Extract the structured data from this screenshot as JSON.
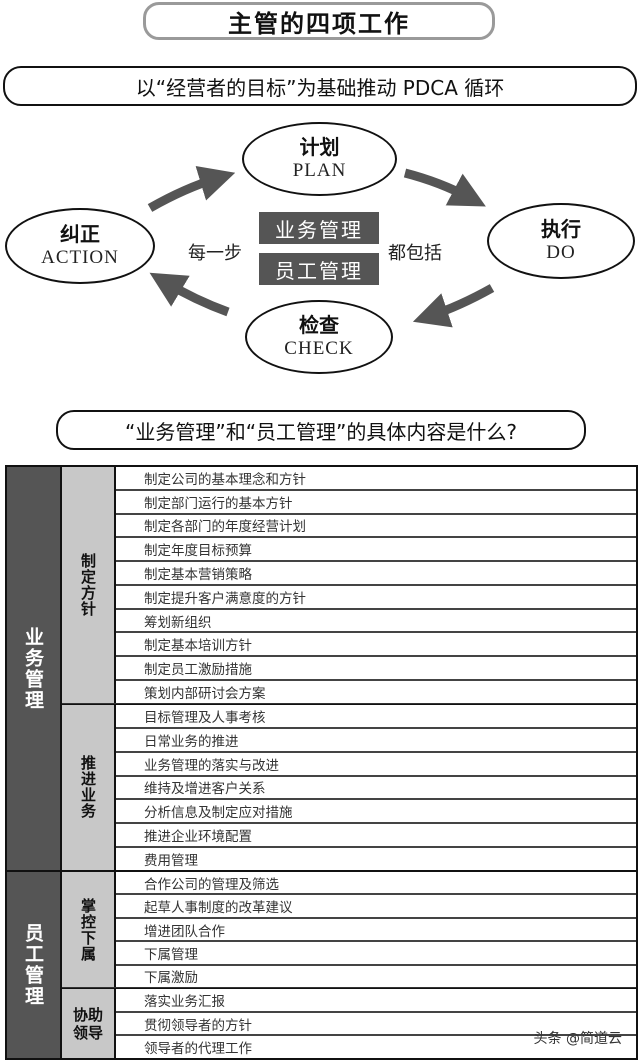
{
  "header": {
    "title": "主管的四项工作",
    "subtitle": "以“经营者的目标”为基础推动 PDCA 循环"
  },
  "pdca_cycle": {
    "nodes": [
      {
        "id": "plan",
        "cn": "计划",
        "en": "PLAN"
      },
      {
        "id": "do",
        "cn": "执行",
        "en": "DO"
      },
      {
        "id": "check",
        "cn": "检查",
        "en": "CHECK"
      },
      {
        "id": "action",
        "cn": "纠正",
        "en": "ACTION"
      }
    ],
    "center": {
      "left_text": "每一步",
      "tags": [
        "业务管理",
        "员工管理"
      ],
      "right_text": "都包括"
    },
    "arrow_color": "#555555"
  },
  "question": "“业务管理”和“员工管理”的具体内容是什么?",
  "table": {
    "sections": [
      {
        "label": "业务管理",
        "groups": [
          {
            "label": "制定方针",
            "items": [
              "制定公司的基本理念和方针",
              "制定部门运行的基本方针",
              "制定各部门的年度经营计划",
              "制定年度目标预算",
              "制定基本营销策略",
              "制定提升客户满意度的方针",
              "筹划新组织",
              "制定基本培训方针",
              "制定员工激励措施",
              "策划内部研讨会方案"
            ]
          },
          {
            "label": "推进业务",
            "items": [
              "目标管理及人事考核",
              "日常业务的推进",
              "业务管理的落实与改进",
              "维持及增进客户关系",
              "分析信息及制定应对措施",
              "推进企业环境配置",
              "费用管理"
            ]
          }
        ]
      },
      {
        "label": "员工管理",
        "groups": [
          {
            "label": "掌控下属",
            "items": [
              "合作公司的管理及筛选",
              "起草人事制度的改革建议",
              "增进团队合作",
              "下属管理",
              "下属激励"
            ]
          },
          {
            "label": "协助领导",
            "items": [
              "落实业务汇报",
              "贯彻领导者的方针",
              "领导者的代理工作"
            ]
          }
        ]
      }
    ]
  },
  "watermark": "头条 @简道云",
  "colors": {
    "dark_fill": "#555555",
    "light_fill": "#c8c8c8",
    "border": "#111111"
  }
}
